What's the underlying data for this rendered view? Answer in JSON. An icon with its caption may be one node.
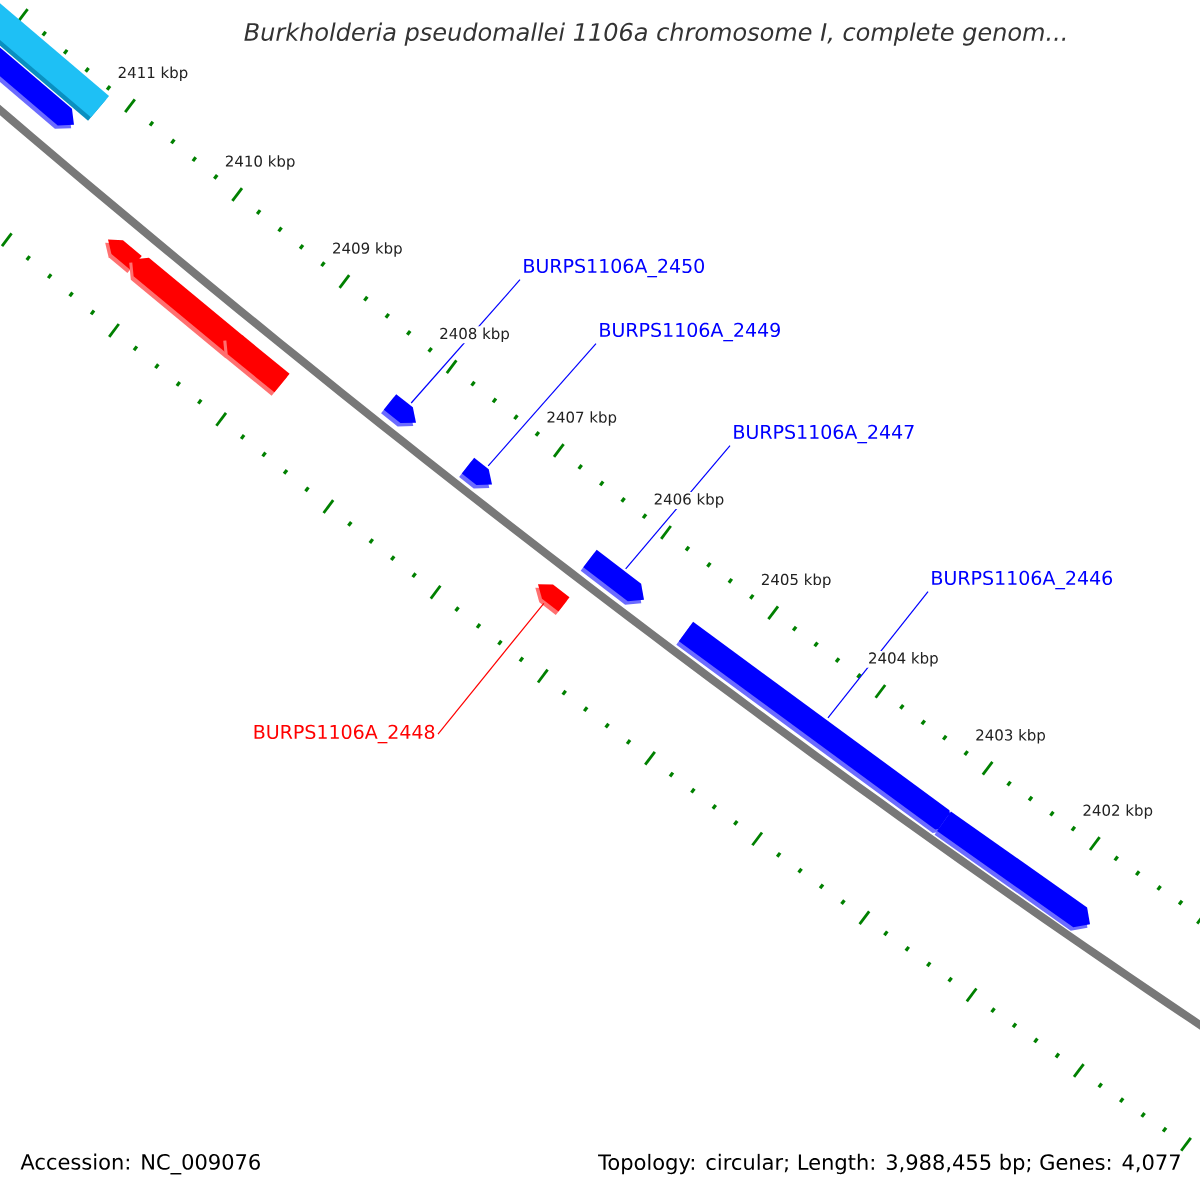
{
  "diagram": {
    "title": "Burkholderia pseudomallei 1106a chromosome I, complete genom...",
    "nodes": [
      {
        "text": [],
        "shape": "bar"
      },
      {
        "text": [],
        "shape": "bar"
      },
      {
        "text": [],
        "shape": "bar"
      },
      {
        "text": [],
        "shape": "bar"
      },
      {
        "text": [],
        "shape": "bar"
      },
      {
        "text": [
          "BURPS1106A_2450"
        ]
      },
      {
        "text": [],
        "shape": "bar"
      },
      {
        "text": [
          "BURPS1106A_2449"
        ]
      },
      {
        "text": [],
        "shape": "bar"
      },
      {
        "text": [
          "BURPS1106A_2447"
        ]
      },
      {
        "text": [],
        "shape": "bar"
      },
      {
        "text": [],
        "shape": "bar"
      },
      {
        "text": [
          "BURPS1106A_2446"
        ]
      },
      {
        "text": [
          "BURPS1106A_2448"
        ]
      },
      {
        "text": [],
        "shape": "bar"
      },
      {
        "text": [],
        "shape": "bar"
      }
    ],
    "edges": [
      {
        "from": 5,
        "to": 6,
        "arrow": "none"
      },
      {
        "from": 7,
        "to": 8,
        "arrow": "none"
      },
      {
        "from": 9,
        "to": 10,
        "arrow": "none"
      },
      {
        "from": 12,
        "to": 14,
        "arrow": "none"
      },
      {
        "from": 13,
        "to": 11,
        "arrow": "none",
        "color": "#ff0000"
      }
    ],
    "labels": [
      "2411 kbp",
      "2410 kbp",
      "2409 kbp",
      "2408 kbp",
      "2407 kbp",
      "2406 kbp",
      "2405 kbp",
      "2404 kbp",
      "2403 kbp",
      "2402 kbp",
      "Accession: NC_009076",
      "Topology: circular; Length: 3,988,455 bp; Genes: 4,077"
    ]
  }
}
